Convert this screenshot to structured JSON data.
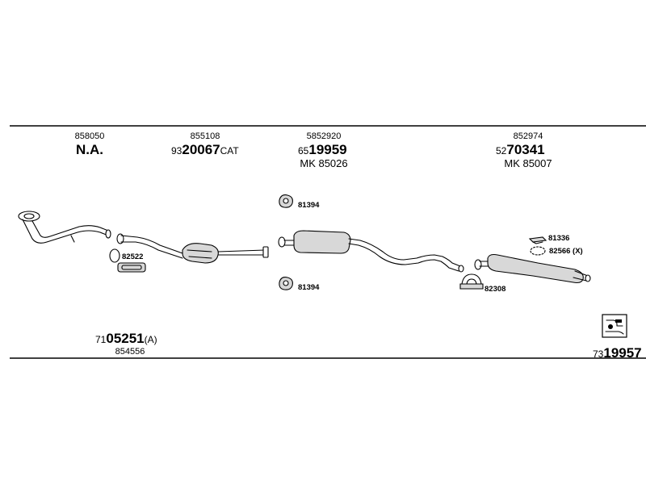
{
  "columns": [
    {
      "top": "858050",
      "main_plain": "N.A.",
      "main_prefix": "",
      "main_bold": "",
      "main_suffix": "",
      "sub": ""
    },
    {
      "top": "855108",
      "main_plain": "",
      "main_prefix": "93",
      "main_bold": "20067",
      "main_suffix": "CAT",
      "sub": ""
    },
    {
      "top": "5852920",
      "main_plain": "",
      "main_prefix": "65",
      "main_bold": "19959",
      "main_suffix": "",
      "sub": "MK  85026"
    },
    {
      "top": "852974",
      "main_plain": "",
      "main_prefix": "52",
      "main_bold": "70341",
      "main_suffix": "",
      "sub": "MK  85007"
    }
  ],
  "parts": {
    "gasket_front": "82522",
    "hanger_upper": "81394",
    "hanger_lower": "81394",
    "clamp_rear": "82308",
    "clip_rear": "81336",
    "ring_rear": "82566 (X)"
  },
  "footer_left": {
    "prefix": "71",
    "bold": "05251",
    "suffix": "(A)",
    "sub": "854556"
  },
  "footer_right": {
    "prefix": "73",
    "bold": "19957"
  },
  "icons": [
    "exhaust-system-icon"
  ]
}
